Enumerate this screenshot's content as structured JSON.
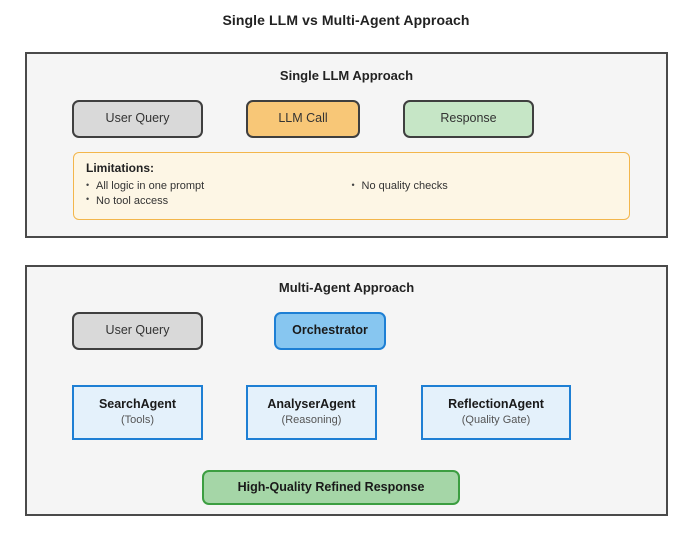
{
  "title": "Single LLM vs Multi-Agent Approach",
  "colors": {
    "panel_border": "#4a4a4a",
    "panel_background": "#f5f5f5",
    "node_gray": "#d9d9d9",
    "node_orange": "#f8c777",
    "node_green_light": "#c6e6c6",
    "node_blue": "#87c6f0",
    "node_blue_pale": "#e4f1fb",
    "node_green_strong": "#a5d6a7",
    "arrow_dark": "#333333",
    "arrow_blue": "#1e7fd4",
    "callout_background": "#fdf6e5",
    "callout_border": "#f3b64b"
  },
  "single_llm": {
    "panel_title": "Single LLM Approach",
    "nodes": [
      {
        "id": "user-query",
        "label": "User Query"
      },
      {
        "id": "llm-call",
        "label": "LLM Call"
      },
      {
        "id": "response",
        "label": "Response"
      }
    ],
    "limitations": {
      "heading": "Limitations:",
      "column_left": [
        "All logic in one prompt",
        "No tool access"
      ],
      "column_right": [
        "No quality checks"
      ]
    }
  },
  "multi_agent": {
    "panel_title": "Multi-Agent Approach",
    "user_query_label": "User Query",
    "orchestrator_label": "Orchestrator",
    "agents": [
      {
        "id": "search-agent",
        "name": "SearchAgent",
        "role": "(Tools)"
      },
      {
        "id": "analyser-agent",
        "name": "AnalyserAgent",
        "role": "(Reasoning)"
      },
      {
        "id": "reflection-agent",
        "name": "ReflectionAgent",
        "role": "(Quality Gate)"
      }
    ],
    "final_response_label": "High-Quality Refined Response"
  }
}
